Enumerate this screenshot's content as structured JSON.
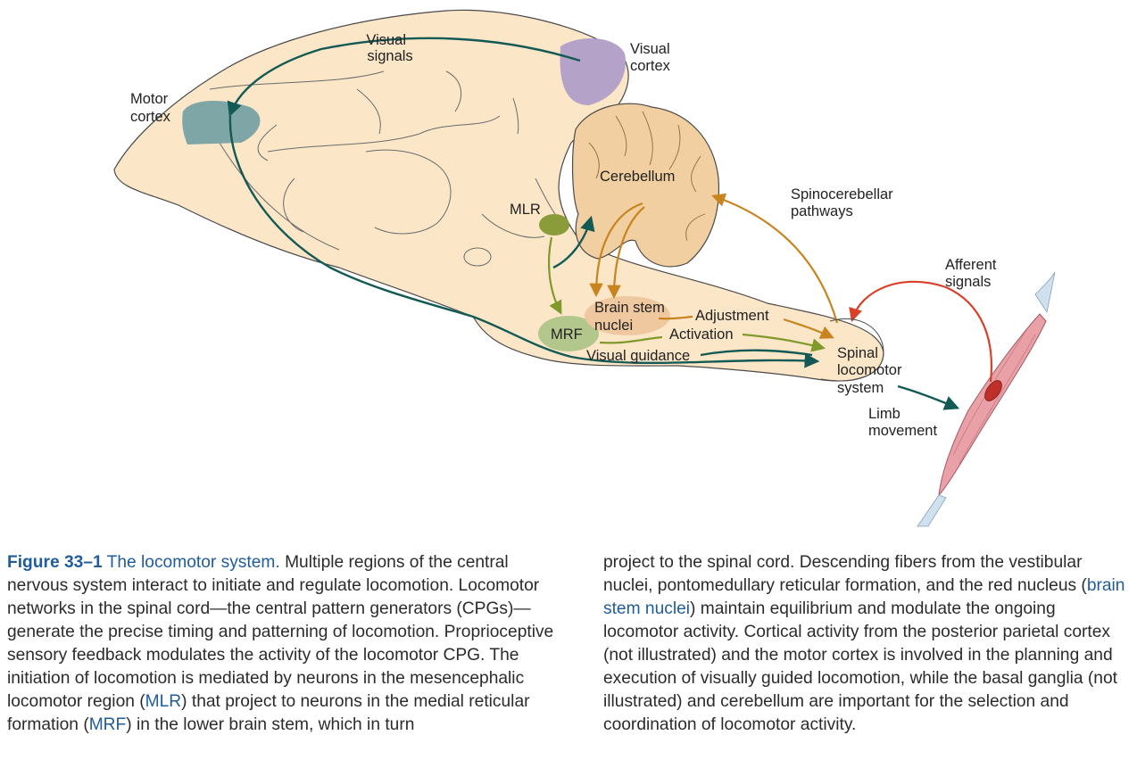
{
  "labels": {
    "visual_signals": [
      "Visual",
      "signals"
    ],
    "visual_cortex": [
      "Visual",
      "cortex"
    ],
    "motor_cortex": [
      "Motor",
      "cortex"
    ],
    "cerebellum": "Cerebellum",
    "spinocerebellar": [
      "Spinocerebellar",
      "pathways"
    ],
    "mlr": "MLR",
    "afferent": [
      "Afferent",
      "signals"
    ],
    "brain_stem_nuclei": [
      "Brain stem",
      "nuclei"
    ],
    "adjustment": "Adjustment",
    "mrf": "MRF",
    "activation": "Activation",
    "visual_guidance": "Visual guidance",
    "spinal_locomotor": [
      "Spinal",
      "locomotor",
      "system"
    ],
    "limb_movement": [
      "Limb",
      "movement"
    ]
  },
  "colors": {
    "brain_fill": "#fbe6c8",
    "cerebellum_fill": "#f2cfa0",
    "visual_cortex": "#b4a2c9",
    "motor_cortex": "#7ea6a6",
    "mlr": "#8a9c3a",
    "mrf": "#b3c68c",
    "brain_stem_nuclei": "#f0c8a0",
    "teal_pathway": "#145a54",
    "orange_pathway": "#c8841e",
    "green_pathway": "#7f9a2a",
    "red_pathway": "#d8402a",
    "muscle": "#e9a0a6",
    "caption_accent": "#1f5c9c"
  },
  "caption": {
    "fig_num": "Figure 33–1",
    "title": "The locomotor system.",
    "left_p1": "Multiple regions of the central nervous system interact to initiate and regulate loco­motion. Locomotor networks in the spinal cord—the central pattern generators (CPGs)—generate the precise timing and patterning of locomotion. Proprioceptive sensory feedback modulates the activity of the locomotor CPG. The initiation of locomotion is mediated by neurons in the mesencephalic locomotor region (",
    "mlr": "MLR",
    "left_p2": ") that project to neurons in the medial reticular formation (",
    "mrf": "MRF",
    "left_p3": ") in the lower brain stem, which in turn",
    "right_p1": "project to the spinal cord. Descending fibers from the vestibular nuclei, pontomedullary reticular formation, and the red nucleus (",
    "brain_stem_nuclei": "brain stem nuclei",
    "right_p2": ") maintain equilibrium and modulate the ongoing locomotor activity. Cortical activity from the posterior parietal cortex (not illustrated) and the motor cortex is involved in the planning and execution of visually guided locomotion, while the basal ganglia (not illus­trated) and cerebellum are important for the selection and coordination of locomotor activity."
  }
}
